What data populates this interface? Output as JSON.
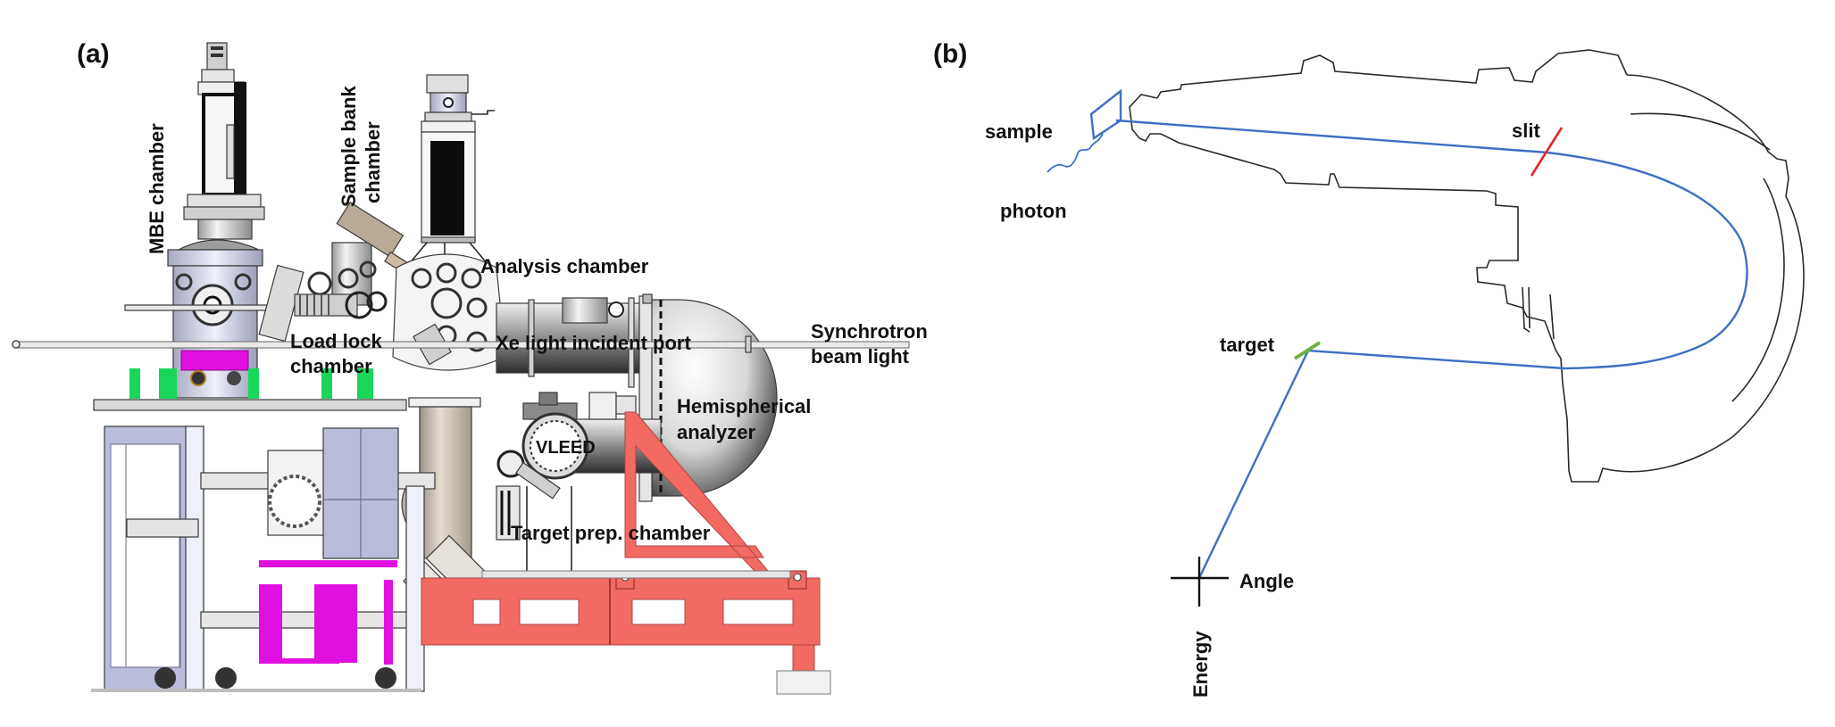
{
  "figure": {
    "panels": [
      {
        "id": "a",
        "label": "(a)",
        "component_labels": {
          "mbe_chamber": "MBE chamber",
          "sample_bank_line1": "Sample bank",
          "sample_bank_line2": "chamber",
          "analysis_chamber": "Analysis chamber",
          "load_lock_line1": "Load lock",
          "load_lock_line2": "chamber",
          "xe_light_port": "Xe light incident port",
          "synchrotron_line1": "Synchrotron",
          "synchrotron_line2": "beam light",
          "hemispherical_line1": "Hemispherical",
          "hemispherical_line2": "analyzer",
          "vleed": "VLEED",
          "target_prep": "Target prep. chamber"
        },
        "colors": {
          "support_frame_red": "#F26A62",
          "clamp_magenta": "#E010E0",
          "post_green": "#19D65A",
          "frame_lavender": "#B9BDD9",
          "steel_gray": "#D9D9D9"
        }
      },
      {
        "id": "b",
        "label": "(b)",
        "component_labels": {
          "sample": "sample",
          "photon": "photon",
          "slit": "slit",
          "target": "target",
          "angle_axis": "Angle",
          "energy_axis": "Energy"
        },
        "colors": {
          "electron_path": "#3F6FC4",
          "slit": "#E02828",
          "target": "#6DB33F",
          "outline": "#2a2a2a"
        }
      }
    ]
  }
}
